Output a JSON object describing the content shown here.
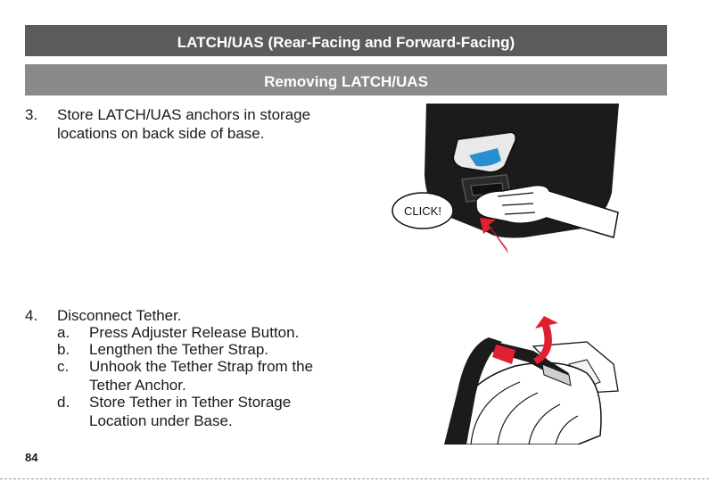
{
  "header": {
    "title": "LATCH/UAS (Rear-Facing and Forward-Facing)",
    "subtitle": "Removing LATCH/UAS"
  },
  "steps": [
    {
      "number": "3.",
      "text": "Store LATCH/UAS anchors in storage locations on back side of base.",
      "callout": "CLICK!"
    },
    {
      "number": "4.",
      "text": "Disconnect Tether.",
      "substeps": [
        {
          "letter": "a.",
          "text": "Press Adjuster Release Button."
        },
        {
          "letter": "b.",
          "text": "Lengthen the Tether Strap."
        },
        {
          "letter": "c.",
          "text": "Unhook the Tether Strap from the Tether Anchor."
        },
        {
          "letter": "d.",
          "text": "Store Tether in Tether Storage Location under Base."
        }
      ]
    }
  ],
  "page_number": "84",
  "colors": {
    "header_dark": "#5b5b5b",
    "header_light": "#8a8a8a",
    "arrow_red": "#e02030",
    "accent_blue": "#2a8fd0"
  }
}
